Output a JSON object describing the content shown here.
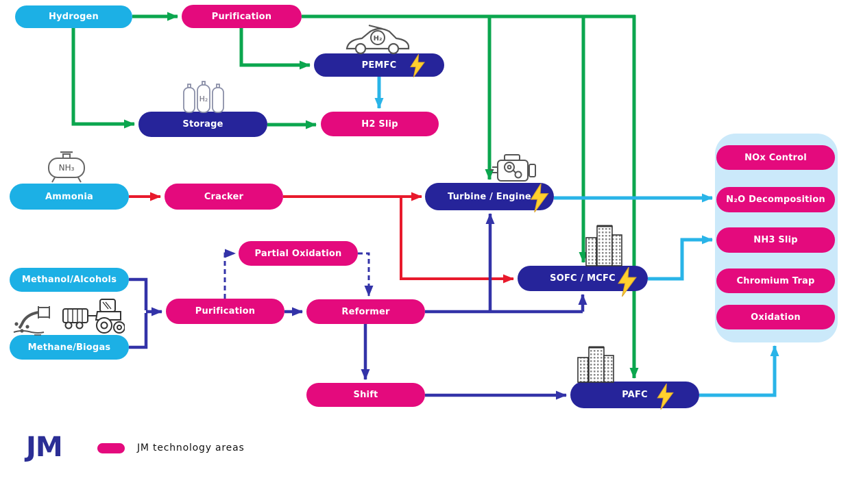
{
  "nodes": {
    "hydrogen": {
      "label": "Hydrogen"
    },
    "purification_top": {
      "label": "Purification"
    },
    "pemfc": {
      "label": "PEMFC"
    },
    "storage": {
      "label": "Storage"
    },
    "h2_slip": {
      "label": "H2 Slip"
    },
    "ammonia": {
      "label": "Ammonia"
    },
    "cracker": {
      "label": "Cracker"
    },
    "turbine_engine": {
      "label": "Turbine / Engine"
    },
    "partial_oxidation": {
      "label": "Partial Oxidation"
    },
    "methanol_alcohols": {
      "label": "Methanol/Alcohols"
    },
    "methane_biogas": {
      "label": "Methane/Biogas"
    },
    "purification_bottom": {
      "label": "Purification"
    },
    "reformer": {
      "label": "Reformer"
    },
    "sofc_mcfc": {
      "label": "SOFC / MCFC"
    },
    "shift": {
      "label": "Shift"
    },
    "pafc": {
      "label": "PAFC"
    }
  },
  "panel": {
    "items": [
      {
        "label": "NOx Control"
      },
      {
        "label": "N₂O Decomposition"
      },
      {
        "label": "NH3 Slip"
      },
      {
        "label": "Chromium Trap"
      },
      {
        "label": "Oxidation"
      }
    ]
  },
  "icon_labels": {
    "h2_car": "H₂",
    "h2_cylinder": "H₂",
    "nh3_tank": "NH₃"
  },
  "legend": {
    "logo_text": "JM",
    "label": "JM technology areas"
  },
  "colors": {
    "feedstock_cyan": "#1CB0E5",
    "jm_pink": "#E40A7D",
    "tech_navy": "#26249A",
    "arrow_green": "#0BA64E",
    "arrow_red": "#E81A2C",
    "arrow_navy": "#3333A8",
    "arrow_cyan": "#29B4E8",
    "panel_bg": "#CBE9FA",
    "bolt_yellow": "#FFD02E",
    "logo_navy": "#2B2E95"
  }
}
